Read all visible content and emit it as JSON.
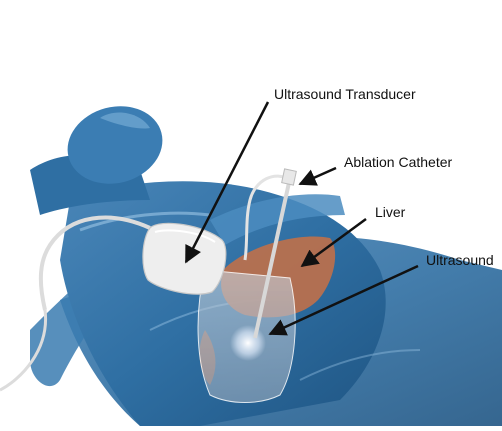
{
  "labels": {
    "transducer": "Ultrasound Transducer",
    "catheter": "Ablation Catheter",
    "liver": "Liver",
    "ultrasound": "Ultrasound"
  },
  "colors": {
    "body": "#2f6fa3",
    "body_highlight": "#7fb3d8",
    "liver": "#b8704e",
    "transducer": "#ececec",
    "catheter": "#dcdcdc",
    "ultrasound_cone": "#9fb2c4",
    "arrow": "#111111"
  }
}
